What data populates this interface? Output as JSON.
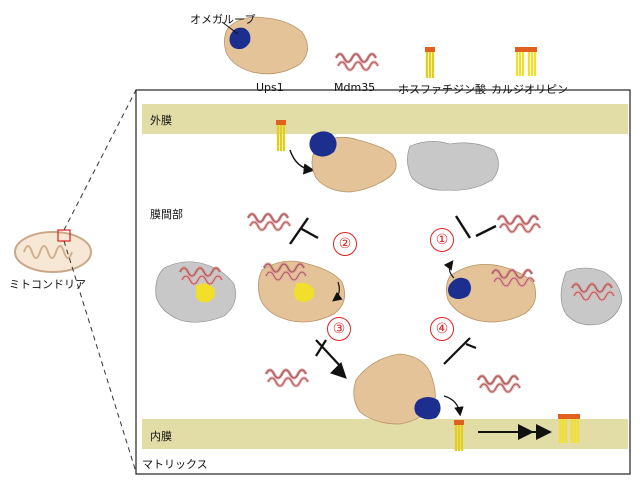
{
  "legend": {
    "omega_loop": "オメガループ",
    "ups1": "Ups1",
    "mdm35": "Mdm35",
    "phosphatidic_acid": "ホスファチジン酸",
    "cardiolipin": "カルジオリピン"
  },
  "compartments": {
    "outer_membrane": "外膜",
    "intermembrane_space": "膜間部",
    "inner_membrane": "内膜",
    "matrix": "マトリックス",
    "mitochondrion": "ミトコンドリア"
  },
  "steps": [
    "①",
    "②",
    "③",
    "④"
  ],
  "colors": {
    "membrane": "#e2dca6",
    "protein": "#e3c397",
    "omega_loop": "#1c2f8f",
    "helix": "#e8a2a2",
    "lipid": "#f2df2b",
    "step_number": "#e02020"
  }
}
